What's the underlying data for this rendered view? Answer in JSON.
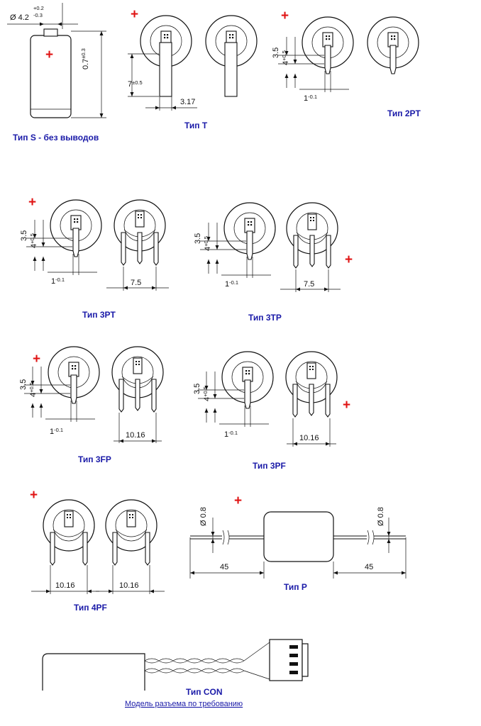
{
  "captions": {
    "s": "Тип S - без выводов",
    "t": "Тип T",
    "pt2": "Тип 2PT",
    "pt3": "Тип 3PT",
    "tp3": "Тип 3TP",
    "fp3": "Тип 3FP",
    "pf3": "Тип 3PF",
    "pf4": "Тип 4PF",
    "p": "Тип P",
    "con": "Тип CON"
  },
  "link_text": "Модель разъема по требованию",
  "plus_sign": "+",
  "dims": {
    "s_diam": "Ø 4.2",
    "s_tol_top": "+0.2",
    "s_tol_bottom": "-0.3",
    "s_len": "0.7",
    "s_len_tol": "±0.3",
    "t_seven": "7",
    "t_seven_tol": "±0.5",
    "t_width": "3.17",
    "three_five": "3.5",
    "four": "4",
    "four_tol": "+0.5",
    "one": "1",
    "one_tol": "-0.1",
    "seven_five": "7.5",
    "ten": "10.16",
    "wire_diam": "Ø 0.8",
    "wire_len": "45"
  },
  "colors": {
    "caption": "#1a1aa8",
    "plus": "#e01414",
    "line": "#111111"
  }
}
